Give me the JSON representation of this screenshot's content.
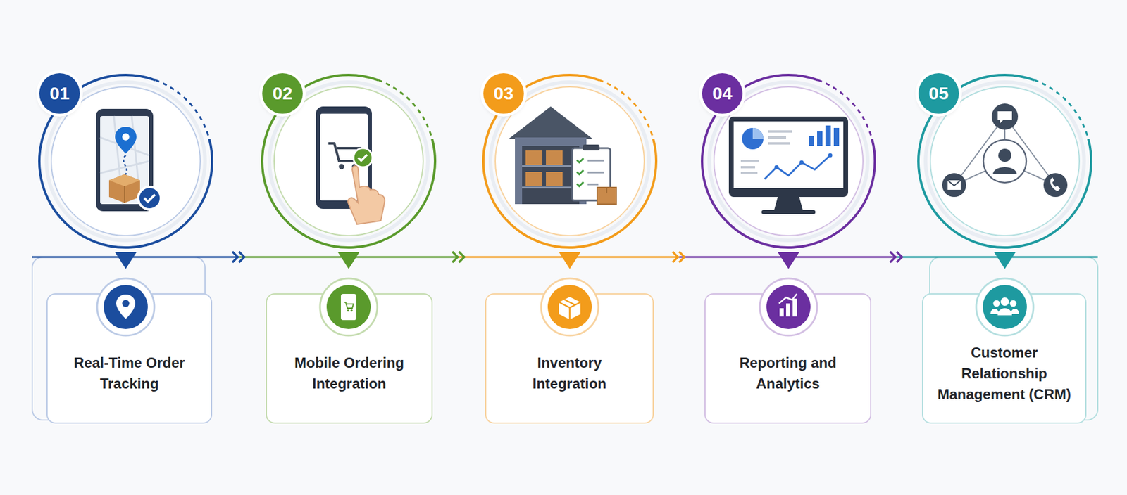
{
  "diagram": {
    "nodes": [
      {
        "text": [
          "01"
        ]
      },
      {
        "text": [
          "Real-Time Order Tracking"
        ]
      },
      {
        "text": [
          "02"
        ]
      },
      {
        "text": [
          "Mobile Ordering Integration"
        ]
      },
      {
        "text": [
          "03"
        ]
      },
      {
        "text": [
          "Inventory Integration"
        ]
      },
      {
        "text": [
          "04"
        ]
      },
      {
        "text": [
          "Reporting and Analytics"
        ]
      },
      {
        "text": [
          "05"
        ]
      },
      {
        "text": [
          "Customer Relationship Management (CRM)"
        ]
      }
    ],
    "edges": [
      {
        "from": 1,
        "to": 3,
        "arrow": "to"
      },
      {
        "from": 3,
        "to": 5,
        "arrow": "to"
      },
      {
        "from": 5,
        "to": 7,
        "arrow": "to"
      },
      {
        "from": 7,
        "to": 9,
        "arrow": "to"
      }
    ]
  }
}
